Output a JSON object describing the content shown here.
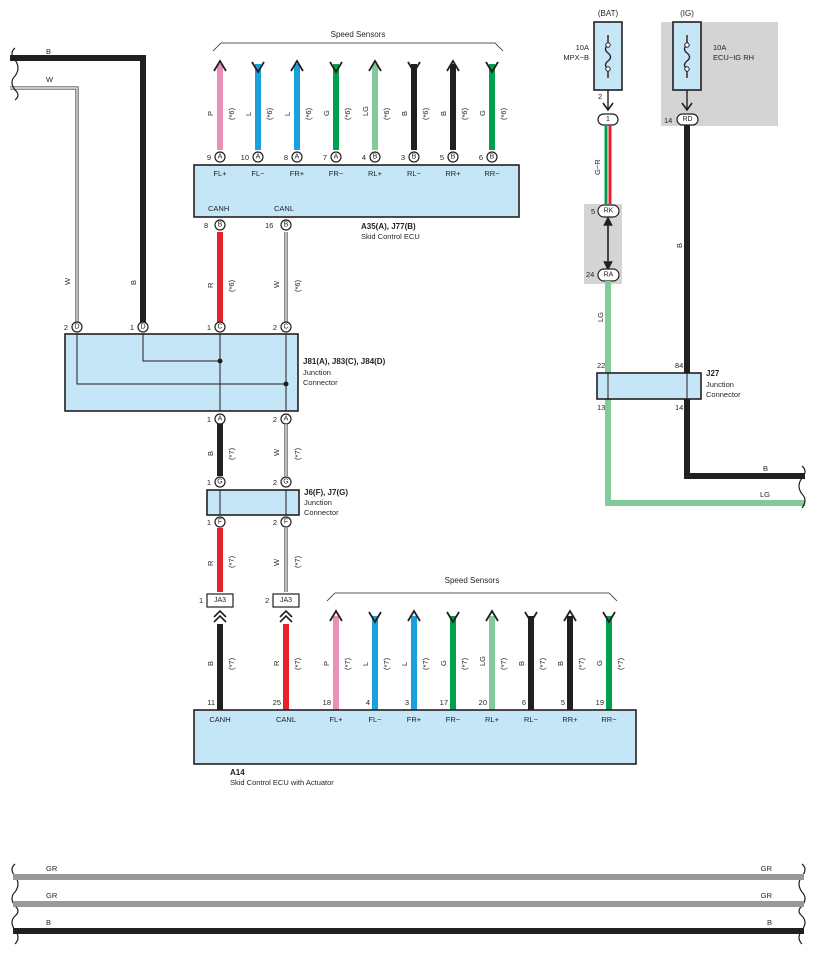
{
  "colors": {
    "P": "#ec8fb7",
    "L": "#19a0dd",
    "G": "#00a04c",
    "LG": "#84c99a",
    "B": "#231f20",
    "R": "#e52229",
    "W": "#ffffff",
    "GR": "#999999",
    "ecu_fill": "#c5e6f7",
    "splice_fill": "#d4d4d4"
  },
  "top_ecu": {
    "speed_sensors_label": "Speed Sensors",
    "name": "A35(A), J77(B)",
    "desc": "Skid Control ECU",
    "pins": [
      {
        "num": "9",
        "conn": "A",
        "label": "FL+",
        "wire": "P",
        "note": "(*6)",
        "dir": "up"
      },
      {
        "num": "10",
        "conn": "A",
        "label": "FL−",
        "wire": "L",
        "note": "(*6)",
        "dir": "down"
      },
      {
        "num": "8",
        "conn": "A",
        "label": "FR+",
        "wire": "L",
        "note": "(*6)",
        "dir": "up"
      },
      {
        "num": "7",
        "conn": "A",
        "label": "FR−",
        "wire": "G",
        "note": "(*6)",
        "dir": "down"
      },
      {
        "num": "4",
        "conn": "B",
        "label": "RL+",
        "wire": "LG",
        "note": "(*6)",
        "dir": "up"
      },
      {
        "num": "3",
        "conn": "B",
        "label": "RL−",
        "wire": "B",
        "note": "(*6)",
        "dir": "down"
      },
      {
        "num": "5",
        "conn": "B",
        "label": "RR+",
        "wire": "B",
        "note": "(*6)",
        "dir": "up"
      },
      {
        "num": "6",
        "conn": "B",
        "label": "RR−",
        "wire": "G",
        "note": "(*6)",
        "dir": "down"
      }
    ],
    "can_pins": [
      {
        "num": "8",
        "conn": "B",
        "label": "CANH",
        "wire": "R",
        "note": "(*6)"
      },
      {
        "num": "16",
        "conn": "B",
        "label": "CANL",
        "wire": "W",
        "note": "(*6)"
      }
    ]
  },
  "junction_upper": {
    "name": "J81(A), J83(C), J84(D)",
    "desc_line1": "Junction",
    "desc_line2": "Connector",
    "top_pins": [
      {
        "num": "2",
        "conn": "D",
        "wire": "W"
      },
      {
        "num": "1",
        "conn": "D",
        "wire": "B"
      },
      {
        "num": "1",
        "conn": "C",
        "wire": "R"
      },
      {
        "num": "2",
        "conn": "C",
        "wire": "W"
      }
    ],
    "bottom_pins": [
      {
        "num": "1",
        "conn": "A",
        "wire": "B",
        "note": "(*7)"
      },
      {
        "num": "2",
        "conn": "A",
        "wire": "W",
        "note": "(*7)"
      }
    ]
  },
  "junction_middle": {
    "name": "J6(F), J7(G)",
    "desc_line1": "Junction",
    "desc_line2": "Connector",
    "top_pins": [
      {
        "num": "1",
        "conn": "G"
      },
      {
        "num": "2",
        "conn": "G"
      }
    ],
    "bottom_pins": [
      {
        "num": "1",
        "conn": "F",
        "wire": "R",
        "note": "(*7)"
      },
      {
        "num": "2",
        "conn": "F",
        "wire": "W",
        "note": "(*7)"
      }
    ]
  },
  "ja3": [
    {
      "num": "1",
      "label": "JA3"
    },
    {
      "num": "2",
      "label": "JA3"
    }
  ],
  "bottom_ecu": {
    "speed_sensors_label": "Speed Sensors",
    "name": "A14",
    "desc": "Skid Control ECU with Actuator",
    "pins": [
      {
        "num": "11",
        "label": "CANH",
        "wire": "B",
        "note": "(*7)"
      },
      {
        "num": "25",
        "label": "CANL",
        "wire": "R",
        "note": "(*7)"
      },
      {
        "num": "18",
        "label": "FL+",
        "wire": "P",
        "note": "(*7)",
        "dir": "up"
      },
      {
        "num": "4",
        "label": "FL−",
        "wire": "L",
        "note": "(*7)",
        "dir": "down"
      },
      {
        "num": "3",
        "label": "FR+",
        "wire": "L",
        "note": "(*7)",
        "dir": "up"
      },
      {
        "num": "17",
        "label": "FR−",
        "wire": "G",
        "note": "(*7)",
        "dir": "down"
      },
      {
        "num": "20",
        "label": "RL+",
        "wire": "LG",
        "note": "(*7)",
        "dir": "up"
      },
      {
        "num": "6",
        "label": "RL−",
        "wire": "B",
        "note": "(*7)",
        "dir": "down"
      },
      {
        "num": "5",
        "label": "RR+",
        "wire": "B",
        "note": "(*7)",
        "dir": "up"
      },
      {
        "num": "19",
        "label": "RR−",
        "wire": "G",
        "note": "(*7)",
        "dir": "down"
      }
    ]
  },
  "power": {
    "bat_label": "(BAT)",
    "ig_label": "(IG)",
    "fuse1_amp": "10A",
    "fuse1_name": "MPX−B",
    "fuse2_amp": "10A",
    "fuse2_name": "ECU−IG RH",
    "fuse1_pin": "2",
    "fuse1_conn_pin": "1",
    "fuse1_conn_label": "1",
    "fuse1_wire": "G−R",
    "fuse2_pin": "14",
    "fuse2_conn": "RD",
    "fuse2_wire": "B",
    "rk_num": "5",
    "rk": "RK",
    "ra_num": "24",
    "ra": "RA",
    "ra_wire": "LG"
  },
  "j27": {
    "name": "J27",
    "desc_line1": "Junction",
    "desc_line2": "Connector",
    "pin_tl": "22",
    "pin_tr": "84",
    "pin_bl": "13",
    "pin_br": "14",
    "out_b": "B",
    "out_lg": "LG"
  },
  "left_wires": {
    "top": "B",
    "second": "W"
  },
  "bus_left_wires": {
    "w_label": "W",
    "b_label": "B",
    "r_label": "R",
    "w2_label": "W"
  },
  "bottom_buses": [
    {
      "wire": "GR",
      "label_left": "GR",
      "label_right": "GR"
    },
    {
      "wire": "GR",
      "label_left": "GR",
      "label_right": "GR"
    },
    {
      "wire": "B",
      "label_left": "B",
      "label_right": "B"
    }
  ]
}
